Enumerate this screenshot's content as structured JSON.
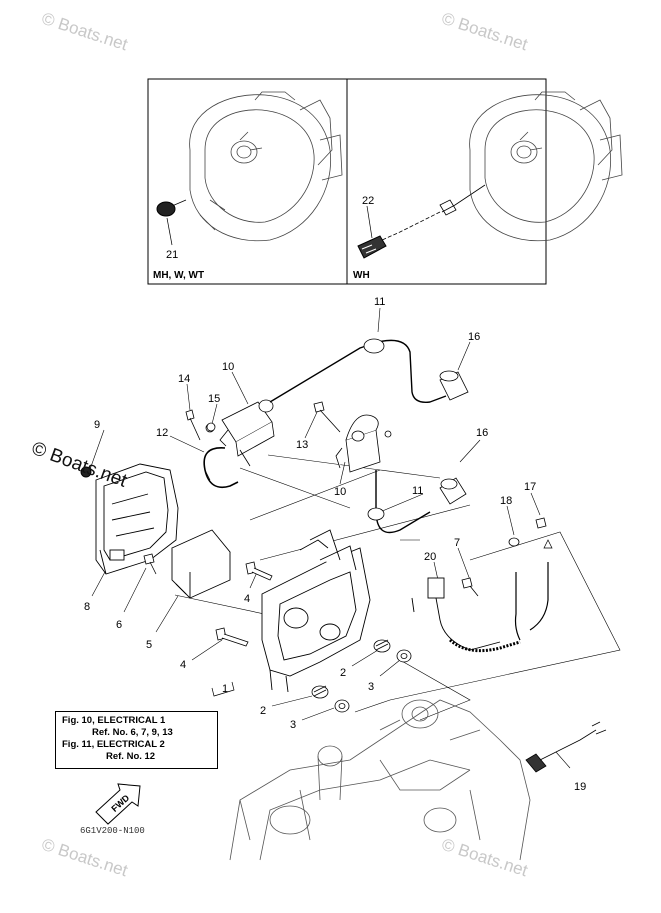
{
  "watermarks": [
    "© Boats.net",
    "© Boats.net",
    "© Boats.net",
    "© Boats.net"
  ],
  "copyright": "© Boats.net",
  "insets": [
    {
      "label": "MH, W, WT",
      "part": "21"
    },
    {
      "label": "WH",
      "part": "22"
    }
  ],
  "callouts": {
    "c1": "1",
    "c2a": "2",
    "c2b": "2",
    "c3a": "3",
    "c3b": "3",
    "c4a": "4",
    "c4b": "4",
    "c5": "5",
    "c6": "6",
    "c7": "7",
    "c8": "8",
    "c9": "9",
    "c10a": "10",
    "c10b": "10",
    "c11a": "11",
    "c11b": "11",
    "c12": "12",
    "c13": "13",
    "c14": "14",
    "c15": "15",
    "c16a": "16",
    "c16b": "16",
    "c17": "17",
    "c18": "18",
    "c19": "19",
    "c20": "20",
    "c21": "21",
    "c22": "22"
  },
  "note": {
    "line1": "Fig. 10, ELECTRICAL 1",
    "line2": "Ref. No. 6, 7, 9, 13",
    "line3": "Fig. 11, ELECTRICAL 2",
    "line4": "Ref. No. 12"
  },
  "fwd_label": "FWD",
  "drawing_code": "6G1V200-N100"
}
